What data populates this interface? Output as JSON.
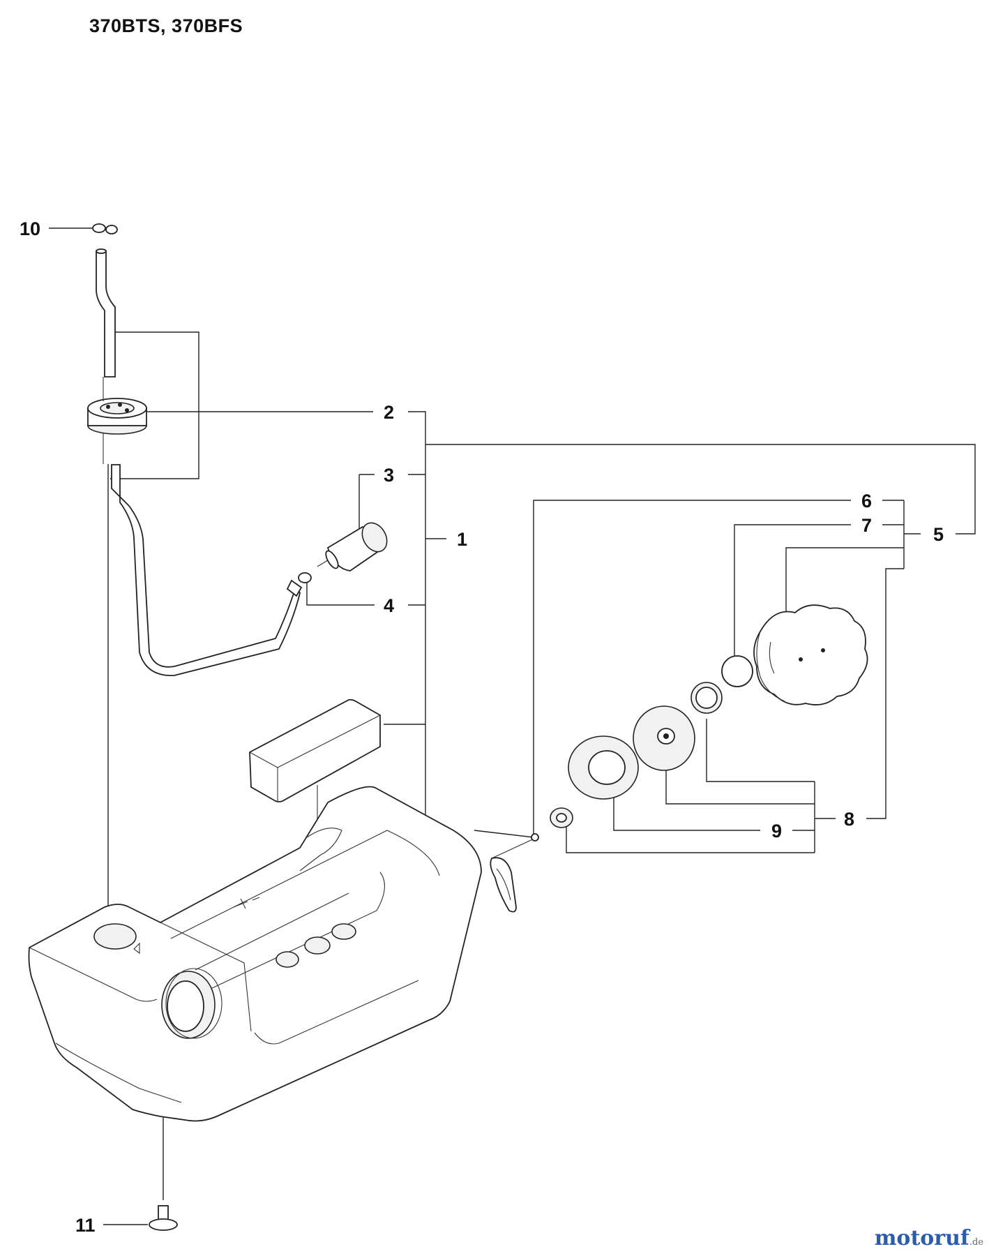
{
  "title": "370BTS, 370BFS",
  "callouts": [
    {
      "id": "1",
      "label": "1"
    },
    {
      "id": "2",
      "label": "2"
    },
    {
      "id": "3",
      "label": "3"
    },
    {
      "id": "4",
      "label": "4"
    },
    {
      "id": "5",
      "label": "5"
    },
    {
      "id": "6",
      "label": "6"
    },
    {
      "id": "7",
      "label": "7"
    },
    {
      "id": "8",
      "label": "8"
    },
    {
      "id": "9",
      "label": "9"
    },
    {
      "id": "10",
      "label": "10"
    },
    {
      "id": "11",
      "label": "11"
    }
  ],
  "watermark": {
    "main": "motoruf",
    "suffix": ".de"
  }
}
